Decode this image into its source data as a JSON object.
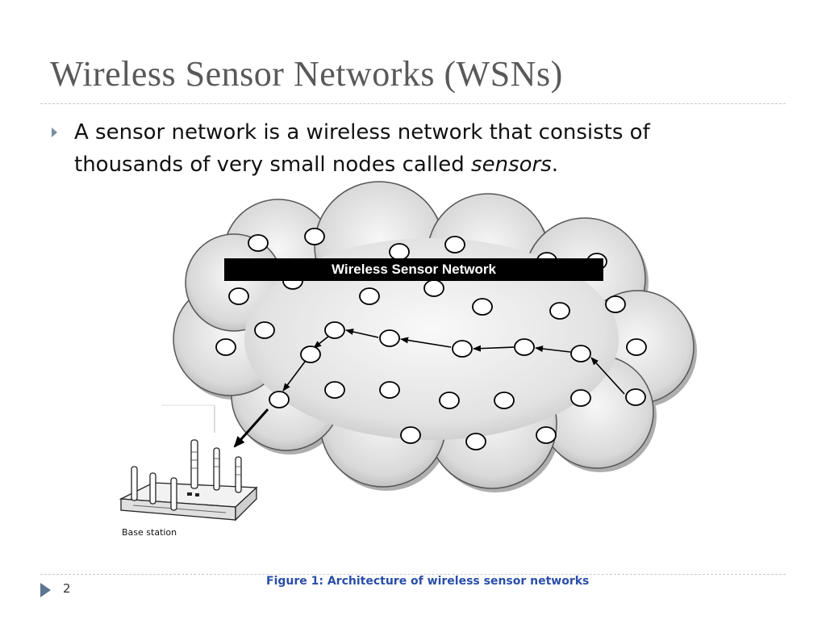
{
  "slide": {
    "title": "Wireless Sensor Networks (WSNs)",
    "bullet": {
      "text_before": "A sensor network is a wireless network that consists of thousands of very small nodes called ",
      "text_italic": "sensors",
      "text_after": "."
    },
    "figure": {
      "network_label": "Wireless Sensor Network",
      "base_station_label": "Base station",
      "caption": "Figure 1: Architecture of wireless sensor networks"
    },
    "page_number": "2"
  }
}
